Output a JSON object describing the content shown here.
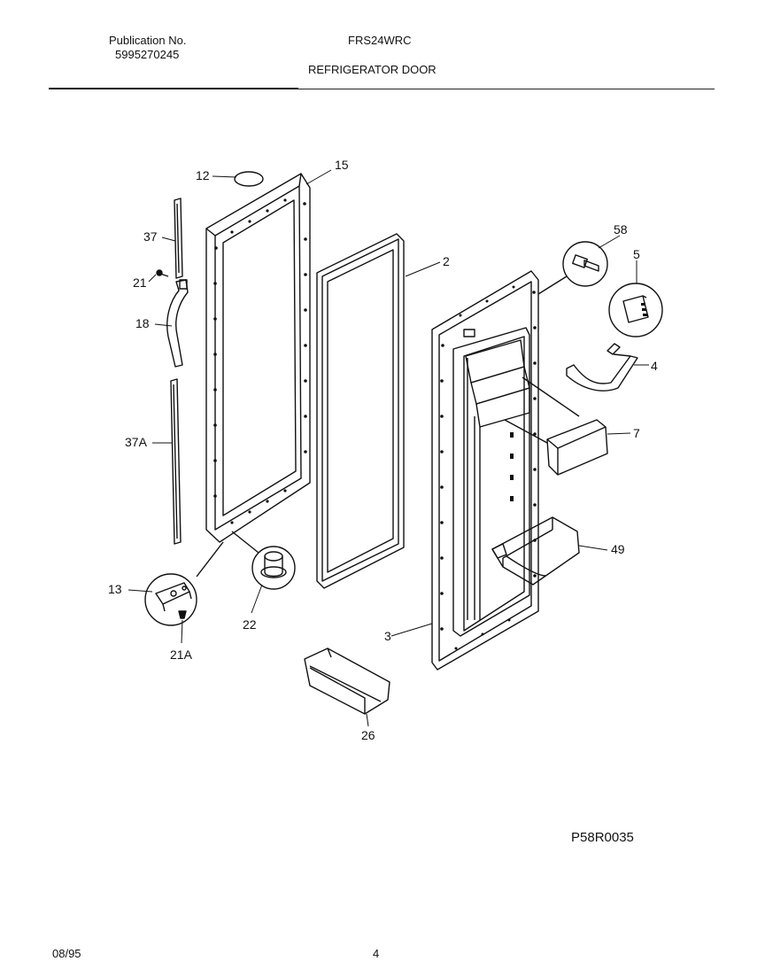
{
  "header": {
    "publication_label": "Publication No.",
    "publication_number": "5995270245",
    "model": "FRS24WRC",
    "section_title": "REFRIGERATOR DOOR"
  },
  "diagram": {
    "callouts": {
      "p12": "12",
      "p15": "15",
      "p37": "37",
      "p21": "21",
      "p18": "18",
      "p37A": "37A",
      "p2": "2",
      "p58": "58",
      "p5": "5",
      "p4": "4",
      "p7": "7",
      "p49": "49",
      "p13": "13",
      "p22": "22",
      "p21A": "21A",
      "p3": "3",
      "p26": "26"
    },
    "drawing_code": "P58R0035"
  },
  "footer": {
    "date": "08/95",
    "page_number": "4"
  }
}
